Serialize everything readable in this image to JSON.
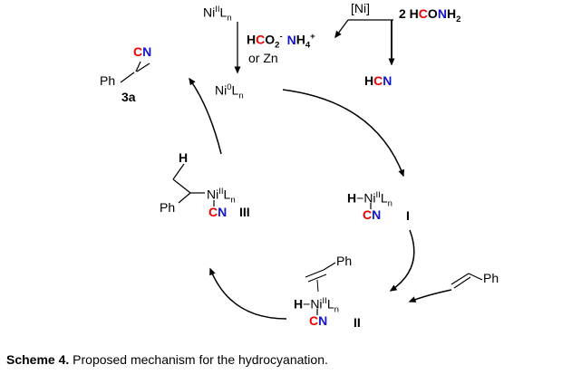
{
  "colors": {
    "carbon_red": "#f00000",
    "nitrogen_blue": "#1414c8",
    "ink": "#000000"
  },
  "top_left": {
    "ni2ln": {
      "ni": "Ni",
      "ox": "II",
      "ligand": "L",
      "sub": "n"
    },
    "byproducts": {
      "h": "H",
      "c": "C",
      "o": "O",
      "o_sub": "2",
      "o_sup": "-",
      "n": "N",
      "h2": "H",
      "h_sub": "4",
      "h_sup": "+"
    },
    "or_zn": "or Zn",
    "ni0ln": {
      "ni": "Ni",
      "ox": "0",
      "ligand": "L",
      "sub": "n"
    }
  },
  "top_right": {
    "catalyst": "[Ni]",
    "formamide": {
      "pre": "2 H",
      "c": "C",
      "o": "O",
      "n": "N",
      "h": "H",
      "sub": "2"
    },
    "hcn": {
      "h": "H",
      "c": "C",
      "n": "N"
    }
  },
  "product_3a": {
    "cn_c": "C",
    "cn_n": "N",
    "ph": "Ph",
    "label": "3a"
  },
  "intermediate_i": {
    "h": "H",
    "bond": "−",
    "ni": "Ni",
    "ox": "II",
    "ligand": "L",
    "sub": "n",
    "cn_c": "C",
    "cn_n": "N",
    "label": "I"
  },
  "intermediate_ii": {
    "ph": "Ph",
    "h": "H",
    "bond": "−",
    "ni": "Ni",
    "ox": "II",
    "ligand": "L",
    "sub": "n",
    "cn_c": "C",
    "cn_n": "N",
    "label": "II"
  },
  "intermediate_iii": {
    "h": "H",
    "ph": "Ph",
    "ni": "Ni",
    "ox": "II",
    "ligand": "L",
    "sub": "n",
    "cn_c": "C",
    "cn_n": "N",
    "label": "III"
  },
  "styrene": {
    "ph": "Ph"
  },
  "caption": {
    "label": "Scheme 4.",
    "text": " Proposed mechanism for the hydrocyanation."
  }
}
